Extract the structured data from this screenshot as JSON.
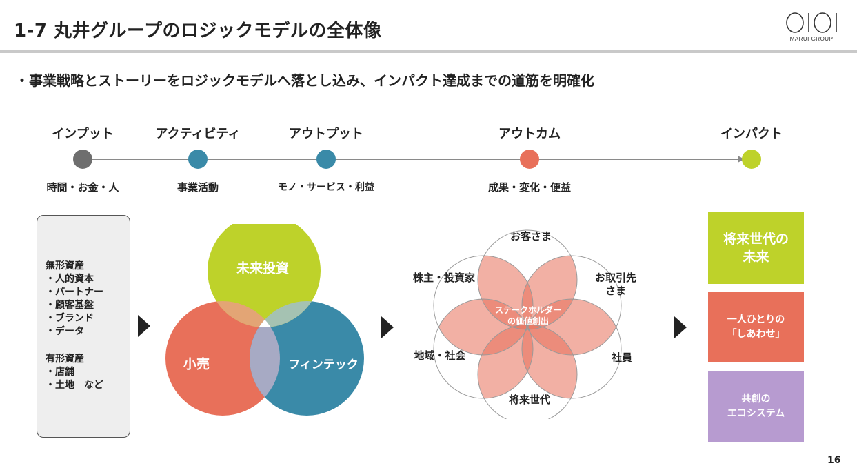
{
  "header": {
    "title": "1-7 丸井グループのロジックモデルの全体像",
    "logo_text": "MARUI GROUP"
  },
  "bullet": "・事業戦略とストーリーをロジックモデルへ落とし込み、インパクト達成までの道筋を明確化",
  "timeline": {
    "stages": [
      {
        "label": "インプット",
        "sub": "時間・お金・人",
        "color": "#6e6e6e"
      },
      {
        "label": "アクティビティ",
        "sub": "事業活動",
        "color": "#3a8aa8"
      },
      {
        "label": "アウトプット",
        "sub": "モノ・サービス・利益",
        "color": "#3a8aa8"
      },
      {
        "label": "アウトカム",
        "sub": "成果・変化・便益",
        "color": "#e8705a"
      },
      {
        "label": "インパクト",
        "sub": "",
        "color": "#bed22a"
      }
    ]
  },
  "inputs": {
    "intangible_title": "無形資産",
    "intangible_items": [
      "・人的資本",
      "・パートナー",
      "・顧客基盤",
      "・ブランド",
      "・データ"
    ],
    "tangible_title": "有形資産",
    "tangible_items": [
      "・店舗",
      "・土地　など"
    ]
  },
  "activities": {
    "top": "未来投資",
    "left": "小売",
    "right": "フィンテック"
  },
  "outcomes": {
    "center_line1": "ステークホルダー",
    "center_line2": "の価値創出",
    "stakeholders": {
      "top": "お客さま",
      "upper_left": "株主・投資家",
      "upper_right_1": "お取引先",
      "upper_right_2": "さま",
      "lower_left": "地域・社会",
      "lower_right": "社員",
      "bottom": "将来世代"
    }
  },
  "impacts": [
    {
      "line1": "将来世代の",
      "line2": "未来",
      "color": "#bed22a"
    },
    {
      "line1": "一人ひとりの",
      "line2": "「しあわせ」",
      "color": "#e8705a"
    },
    {
      "line1": "共創の",
      "line2": "エコシステム",
      "color": "#b79bd0"
    }
  ],
  "page_number": "16"
}
